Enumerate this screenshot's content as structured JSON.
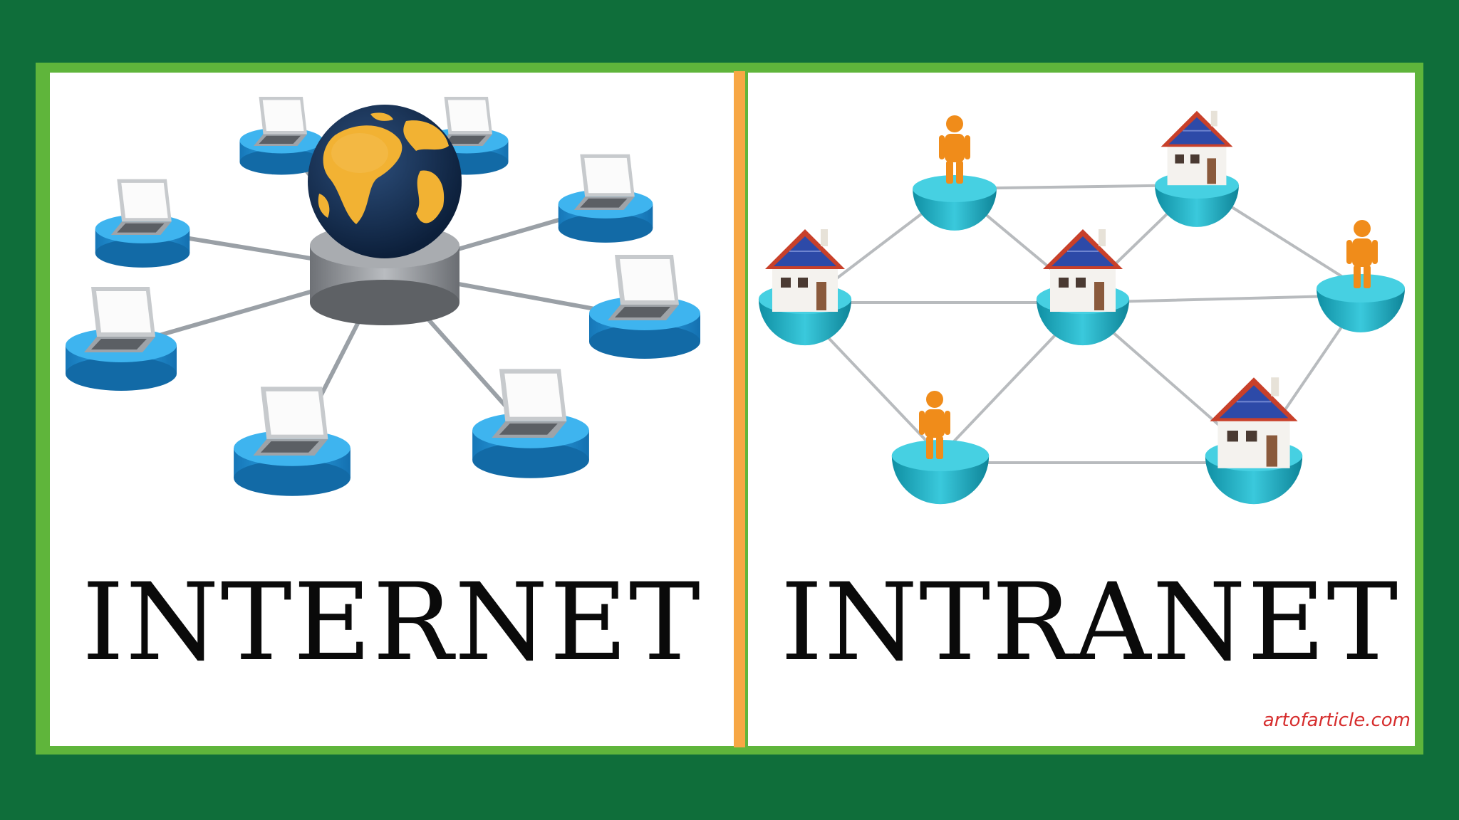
{
  "panels": {
    "left": {
      "title": "INTERNET",
      "hub_icon": "globe-icon",
      "node_icon": "laptop-icon"
    },
    "right": {
      "title": "INTRANET",
      "node_icons": [
        "house-icon",
        "person-icon"
      ]
    }
  },
  "watermark": "artofarticle.com",
  "colors": {
    "frame": "#0f6e3a",
    "frame_inner": "#5fb53b",
    "divider": "#f7a744",
    "node_blue": "#1f9de0",
    "node_teal": "#21b5c9",
    "figure_orange": "#f08c1a",
    "roof_red": "#c8402a"
  }
}
